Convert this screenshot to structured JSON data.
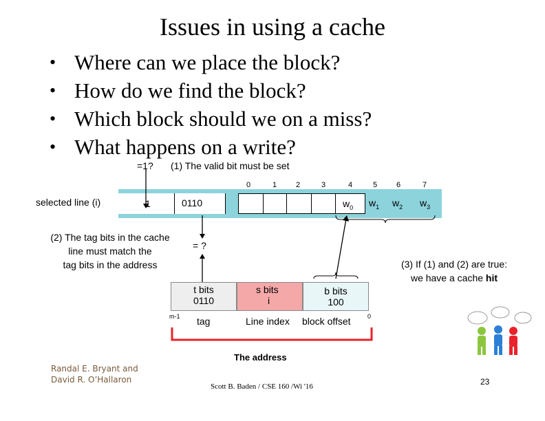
{
  "title": "Issues in using a cache",
  "bullets": [
    "Where can we place the block?",
    "How do we find the block?",
    "Which block should we on a miss?",
    "What happens on a write?"
  ],
  "diagram": {
    "valid_query": "=1?",
    "valid_note": "(1) The valid bit must be set",
    "byte_indices": [
      "0",
      "1",
      "2",
      "3",
      "4",
      "5",
      "6",
      "7"
    ],
    "selected_line_label": "selected line (i)",
    "valid_bit": "1",
    "tag_value": "0110",
    "words": [
      {
        "base": "w",
        "sub": "0"
      },
      {
        "base": "w",
        "sub": "1"
      },
      {
        "base": "w",
        "sub": "2"
      },
      {
        "base": "w",
        "sub": "3"
      }
    ],
    "tag_match_note": [
      "(2) The tag bits in the cache",
      "line must match the",
      "tag bits in the address"
    ],
    "eq_query": "= ?",
    "hit_note_line1": "(3) If (1) and (2) are true:",
    "hit_note_line2_prefix": "we have a cache ",
    "hit_note_bold": "hit",
    "address": {
      "t_label": "t bits",
      "t_value": "0110",
      "s_label": "s bits",
      "s_value": "i",
      "b_label": "b bits",
      "b_value": "100",
      "left_index": "m-1",
      "right_index": "0",
      "tag_caption": "tag",
      "index_caption": "Line index",
      "offset_caption": "block  offset",
      "bracket_caption": "The address"
    }
  },
  "footer": {
    "authors": [
      "Randal E. Bryant and",
      "David R. O’Hallaron"
    ],
    "course": "Scott B. Baden / CSE 160 /Wi '16",
    "page_number": "23"
  },
  "colors": {
    "cache_line": "#8cd3dc",
    "address_tag": "#eeeeee",
    "address_set": "#f4a8a8",
    "address_offset": "#e8f6f8",
    "bracket": "#e8232a"
  }
}
